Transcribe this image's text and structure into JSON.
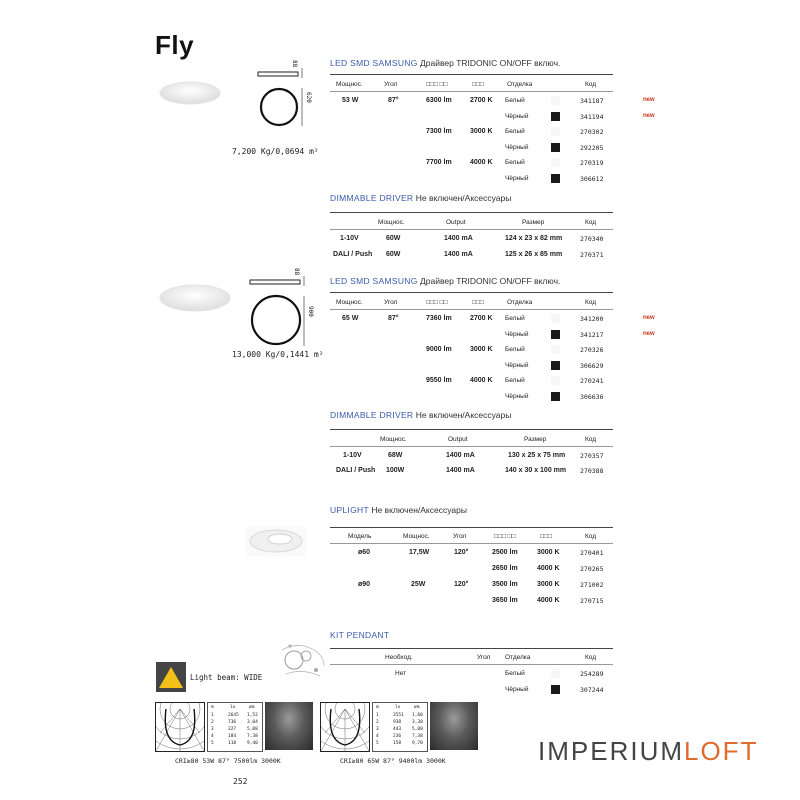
{
  "title": "Fly",
  "page_number": "252",
  "brand": {
    "main": "IMPERIUM",
    "accent": "LOFT"
  },
  "s1": {
    "weight": "7,200 Kg/0,0694 m²",
    "dims": {
      "h": "88",
      "d": "620"
    },
    "led": {
      "blue": "LED SMD SAMSUNG",
      "rest": "Драйвер TRIDONIC ON/OFF включ."
    },
    "headers": [
      "Мощнос.",
      "Угол",
      "□□□ □□",
      "□□□",
      "Отделка",
      "Код"
    ],
    "rows": [
      {
        "power": "53 W",
        "angle": "87°",
        "lm": "6300 lm",
        "k": "2700 K",
        "finish": "Белый",
        "code": "341187",
        "new": "new"
      },
      {
        "power": "",
        "angle": "",
        "lm": "",
        "k": "",
        "finish": "Чёрный",
        "code": "341194",
        "new": "new"
      },
      {
        "power": "",
        "angle": "",
        "lm": "7300 lm",
        "k": "3000 K",
        "finish": "Белый",
        "code": "270302",
        "new": ""
      },
      {
        "power": "",
        "angle": "",
        "lm": "",
        "k": "",
        "finish": "Чёрный",
        "code": "292205",
        "new": ""
      },
      {
        "power": "",
        "angle": "",
        "lm": "7700 lm",
        "k": "4000 K",
        "finish": "Белый",
        "code": "270319",
        "new": ""
      },
      {
        "power": "",
        "angle": "",
        "lm": "",
        "k": "",
        "finish": "Чёрный",
        "code": "306612",
        "new": ""
      }
    ],
    "dim": {
      "blue": "DIMMABLE DRIVER",
      "rest": "Не включен/Аксессуары"
    },
    "dim_headers": [
      "Мощнос.",
      "Output",
      "Размер",
      "Код"
    ],
    "dim_rows": [
      {
        "type": "1-10V",
        "power": "60W",
        "output": "1400 mA",
        "size": "124 x 23 x 82 mm",
        "code": "270340"
      },
      {
        "type": "DALI / Push",
        "power": "60W",
        "output": "1400 mA",
        "size": "125 x 26 x 85 mm",
        "code": "270371"
      }
    ]
  },
  "s2": {
    "weight": "13,000 Kg/0,1441 m²",
    "dims": {
      "h": "88",
      "d": "900"
    },
    "led": {
      "blue": "LED SMD SAMSUNG",
      "rest": "Драйвер TRIDONIC ON/OFF включ."
    },
    "headers": [
      "Мощнос.",
      "Угол",
      "□□□ □□",
      "□□□",
      "Отделка",
      "Код"
    ],
    "rows": [
      {
        "power": "65 W",
        "angle": "87°",
        "lm": "7360 lm",
        "k": "2700 K",
        "finish": "Белый",
        "code": "341200",
        "new": "new"
      },
      {
        "power": "",
        "angle": "",
        "lm": "",
        "k": "",
        "finish": "Чёрный",
        "code": "341217",
        "new": "new"
      },
      {
        "power": "",
        "angle": "",
        "lm": "9000 lm",
        "k": "3000 K",
        "finish": "Белый",
        "code": "270326",
        "new": ""
      },
      {
        "power": "",
        "angle": "",
        "lm": "",
        "k": "",
        "finish": "Чёрный",
        "code": "306629",
        "new": ""
      },
      {
        "power": "",
        "angle": "",
        "lm": "9550 lm",
        "k": "4000 K",
        "finish": "Белый",
        "code": "270241",
        "new": ""
      },
      {
        "power": "",
        "angle": "",
        "lm": "",
        "k": "",
        "finish": "Чёрный",
        "code": "306636",
        "new": ""
      }
    ],
    "dim": {
      "blue": "DIMMABLE DRIVER",
      "rest": "Не включен/Аксессуары"
    },
    "dim_headers": [
      "Мощнос.",
      "Output",
      "Размер",
      "Код"
    ],
    "dim_rows": [
      {
        "type": "1-10V",
        "power": "68W",
        "output": "1400 mA",
        "size": "130 x 25 x 75 mm",
        "code": "270357"
      },
      {
        "type": "DALI / Push",
        "power": "100W",
        "output": "1400 mA",
        "size": "140 x 30 x 100 mm",
        "code": "270388"
      }
    ]
  },
  "uplight": {
    "blue": "UPLIGHT",
    "rest": "Не включен/Аксессуары",
    "headers": [
      "Модель",
      "Мощнос.",
      "Угол",
      "□□□ □□",
      "□□□",
      "Код"
    ],
    "rows": [
      {
        "model": "ø60",
        "power": "17,5W",
        "angle": "120°",
        "lm": "2500 lm",
        "k": "3000 K",
        "code": "270401"
      },
      {
        "model": "",
        "power": "",
        "angle": "",
        "lm": "2650 lm",
        "k": "4000 K",
        "code": "270265"
      },
      {
        "model": "ø90",
        "power": "25W",
        "angle": "120°",
        "lm": "3500 lm",
        "k": "3000 K",
        "code": "271002"
      },
      {
        "model": "",
        "power": "",
        "angle": "",
        "lm": "3650 lm",
        "k": "4000 K",
        "code": "270715"
      }
    ]
  },
  "kit": {
    "blue": "KIT PENDANT",
    "headers": [
      "Необход.",
      "Угол",
      "Отделка",
      "Код"
    ],
    "rows": [
      {
        "need": "Нет",
        "finish": "Белый",
        "code": "254289"
      },
      {
        "need": "",
        "finish": "Чёрный",
        "code": "307244"
      }
    ]
  },
  "light_beam": "Light beam: WIDE",
  "photo1": {
    "caption": "CRI≥80 53W 87° 7500lm 3000K",
    "head": [
      "m",
      "lx",
      "øm"
    ],
    "rows": [
      [
        "1",
        "2645",
        "1,52"
      ],
      [
        "2",
        "736",
        "3,04"
      ],
      [
        "3",
        "327",
        "5,08"
      ],
      [
        "4",
        "184",
        "7,38"
      ],
      [
        "5",
        "118",
        "9,40"
      ]
    ]
  },
  "photo2": {
    "caption": "CRI≥80 65W 87° 9400lm 3000K",
    "head": [
      "m",
      "lx",
      "øm"
    ],
    "rows": [
      [
        "1",
        "3551",
        "1,60"
      ],
      [
        "2",
        "938",
        "3,30"
      ],
      [
        "3",
        "443",
        "5,08"
      ],
      [
        "4",
        "236",
        "7,38"
      ],
      [
        "5",
        "158",
        "9,70"
      ]
    ]
  },
  "colors": {
    "blue": "#3b5aa8",
    "new": "#c8361a",
    "accent": "#e06b2c",
    "beam": "#f2c018"
  }
}
